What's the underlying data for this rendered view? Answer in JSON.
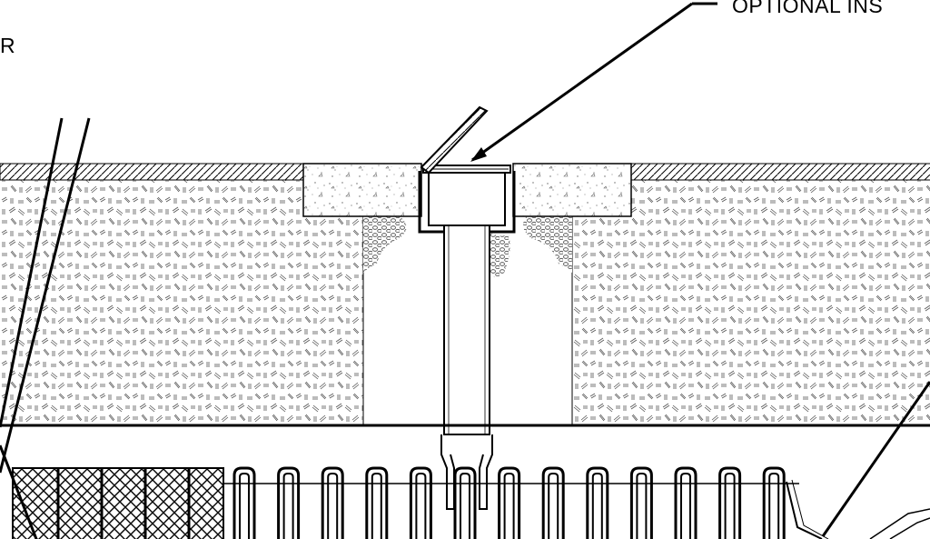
{
  "labels": {
    "callout_top": "OPTIONAL INS",
    "left_fragment": "R"
  },
  "colors": {
    "ink": "#000000",
    "background": "#ffffff",
    "pipe_fill": "#ffffff"
  },
  "pattern_names": {
    "stone_backfill": "stone-hatch-pattern",
    "concrete_collar": "concrete-stipple-pattern",
    "surface_layer": "diagonal-hatch-pattern",
    "gravel_pocket": "gravel-pattern"
  },
  "chamber_ribs": 13
}
